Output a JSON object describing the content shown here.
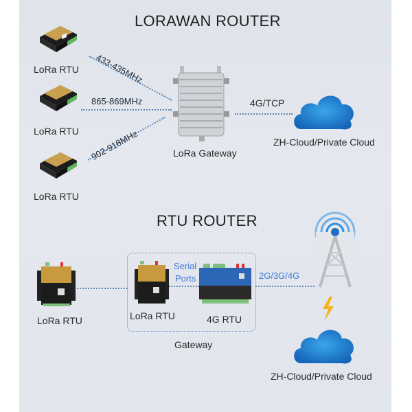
{
  "lorawan": {
    "title": "LORAWAN ROUTER",
    "devices": [
      {
        "label": "LoRa RTU",
        "frequency": "433-435MHz"
      },
      {
        "label": "LoRa RTU",
        "frequency": "865-869MHz"
      },
      {
        "label": "LoRa RTU",
        "frequency": "902-918MHz"
      }
    ],
    "gateway_label": "LoRa Gateway",
    "link_label": "4G/TCP",
    "cloud_label": "ZH-Cloud/Private Cloud"
  },
  "rtu": {
    "title": "RTU ROUTER",
    "device_label": "LoRa RTU",
    "gateway_group": {
      "label": "Gateway",
      "lora_rtu_label": "LoRa RTU",
      "serial_label_1": "Serial",
      "serial_label_2": "Ports",
      "rtu4g_label": "4G RTU"
    },
    "link_label": "2G/3G/4G",
    "cloud_label": "ZH-Cloud/Private Cloud"
  },
  "colors": {
    "cloud_blue": "#2d8fe0",
    "link_blue": "#3a7bd5",
    "bolt": "#f6b21a"
  }
}
